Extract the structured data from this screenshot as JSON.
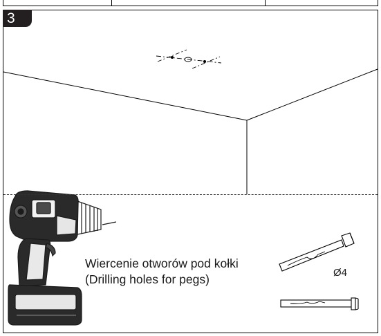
{
  "step": {
    "number": "3"
  },
  "caption": {
    "line1": "Wiercenie otworów pod kołki",
    "line2": "(Drilling holes for pegs)"
  },
  "peg": {
    "diameter_label": "Ø4"
  },
  "colors": {
    "ink": "#1a1a1a",
    "badge": "#231f20",
    "paper": "#ffffff"
  },
  "icons": [
    "cordless-drill-icon",
    "wall-plug-icon",
    "drill-mark-icon"
  ]
}
